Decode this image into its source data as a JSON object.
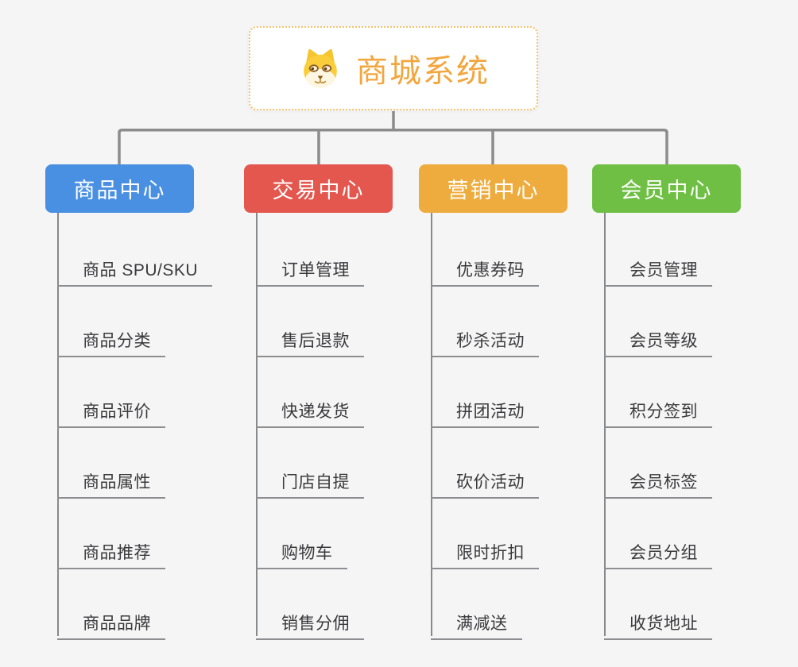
{
  "root": {
    "title": "商城系统",
    "icon": "dog-face-icon",
    "title_color": "#f2a63e",
    "border_color": "#f6c36b"
  },
  "connector_color": "#8c8c8c",
  "branches": [
    {
      "label": "商品中心",
      "color": "#4a90e2",
      "items": [
        "商品 SPU/SKU",
        "商品分类",
        "商品评价",
        "商品属性",
        "商品推荐",
        "商品品牌"
      ]
    },
    {
      "label": "交易中心",
      "color": "#e4574f",
      "items": [
        "订单管理",
        "售后退款",
        "快递发货",
        "门店自提",
        "购物车",
        "销售分佣"
      ]
    },
    {
      "label": "营销中心",
      "color": "#efac3e",
      "items": [
        "优惠券码",
        "秒杀活动",
        "拼团活动",
        "砍价活动",
        "限时折扣",
        "满减送"
      ]
    },
    {
      "label": "会员中心",
      "color": "#6fbf44",
      "items": [
        "会员管理",
        "会员等级",
        "积分签到",
        "会员标签",
        "会员分组",
        "收货地址"
      ]
    }
  ]
}
